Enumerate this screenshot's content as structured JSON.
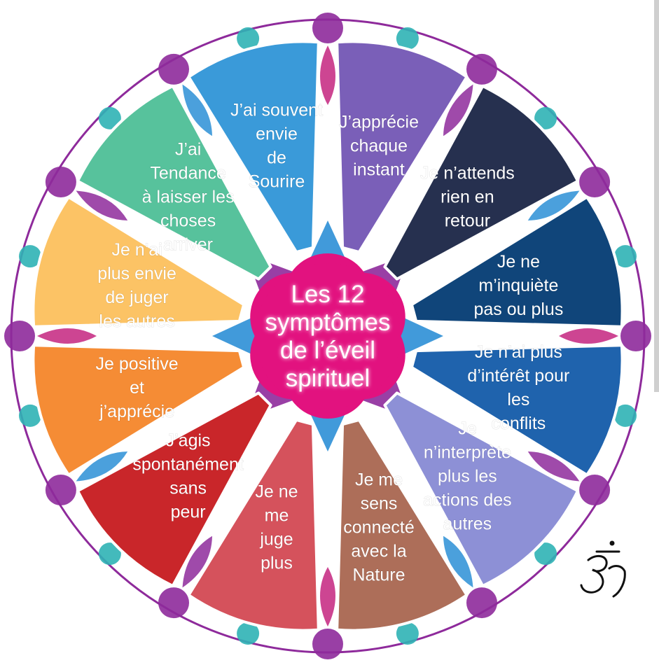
{
  "center": {
    "lines": [
      "Les 12",
      "symptômes",
      "de l’éveil",
      "spirituel"
    ],
    "color": "#e2127f"
  },
  "petals": [
    {
      "lines": [
        "J’ai souvent",
        "envie",
        "de",
        "Sourire"
      ],
      "color": "#3a9ad9"
    },
    {
      "lines": [
        "J’apprécie",
        "chaque",
        "instant"
      ],
      "color": "#7a5fb8"
    },
    {
      "lines": [
        "Je n’attends",
        "rien en",
        "retour"
      ],
      "color": "#26304f"
    },
    {
      "lines": [
        "Je ne",
        "m’inquiète",
        "pas ou plus"
      ],
      "color": "#10457a"
    },
    {
      "lines": [
        "Je n’ai plus",
        "d’intérêt pour",
        "les",
        "conflits"
      ],
      "color": "#1f63ad"
    },
    {
      "lines": [
        "Je",
        "n’interprète",
        "plus les",
        "actions des",
        "autres"
      ],
      "color": "#8d90d6"
    },
    {
      "lines": [
        "Je me",
        "sens",
        "connecté",
        "avec la",
        "Nature"
      ],
      "color": "#ad6e59"
    },
    {
      "lines": [
        "Je ne",
        "me",
        "juge",
        "plus"
      ],
      "color": "#d5525c"
    },
    {
      "lines": [
        "J’agis",
        "spontanément",
        "sans",
        "peur"
      ],
      "color": "#c9262a"
    },
    {
      "lines": [
        "Je positive",
        "et",
        "j’apprécie"
      ],
      "color": "#f58c35"
    },
    {
      "lines": [
        "Je n’ai",
        "plus envie",
        "de juger",
        "les autres"
      ],
      "color": "#fcc365"
    },
    {
      "lines": [
        "J’ai",
        "Tendance",
        "à laisser les",
        "choses",
        "arriver"
      ],
      "color": "#57c29c"
    }
  ],
  "ornament_colors": {
    "purple": "#8e2a9b",
    "magenta": "#c4247f",
    "teal": "#2fb3b5",
    "blue": "#2c8fd6"
  },
  "logo": {
    "icon": "om-symbol-icon"
  }
}
